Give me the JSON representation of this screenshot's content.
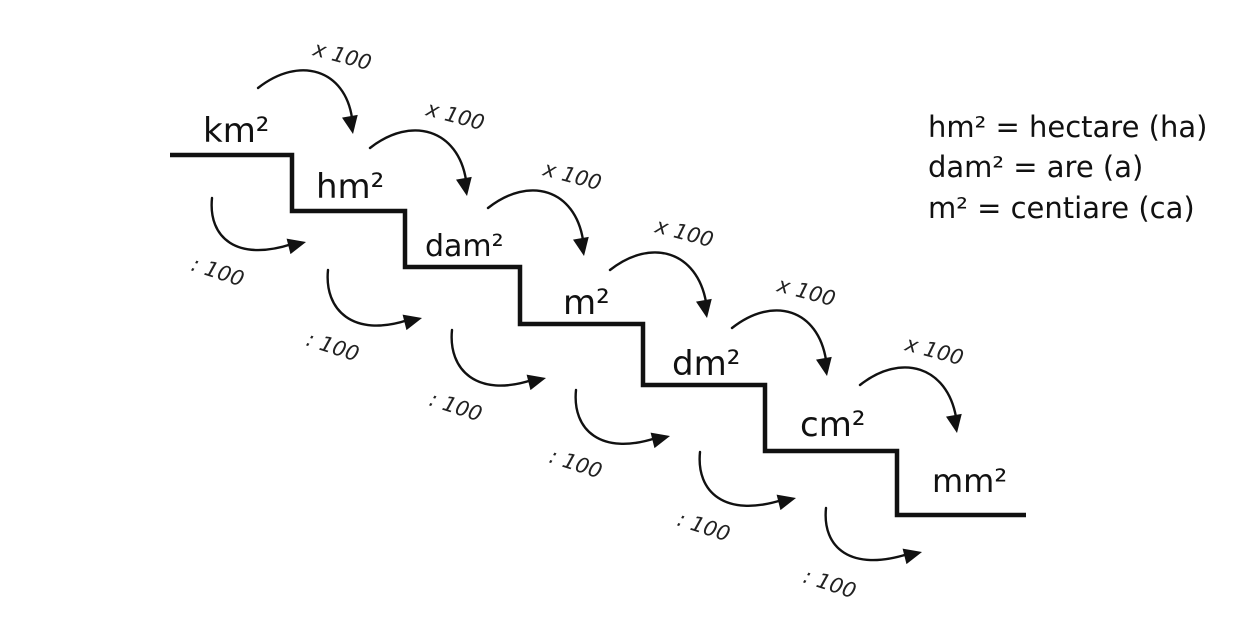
{
  "diagram": {
    "steps": [
      {
        "unit": "km²"
      },
      {
        "unit": "hm²"
      },
      {
        "unit": "dam²"
      },
      {
        "unit": "m²"
      },
      {
        "unit": "dm²"
      },
      {
        "unit": "cm²"
      },
      {
        "unit": "mm²"
      }
    ],
    "multiply_label": "x 100",
    "divide_label": ": 100",
    "legend": [
      "hm² = hectare (ha)",
      "dam² = are (a)",
      "m² = centiare (ca)"
    ],
    "colors": {
      "ink": "#111111",
      "background": "#ffffff"
    }
  }
}
